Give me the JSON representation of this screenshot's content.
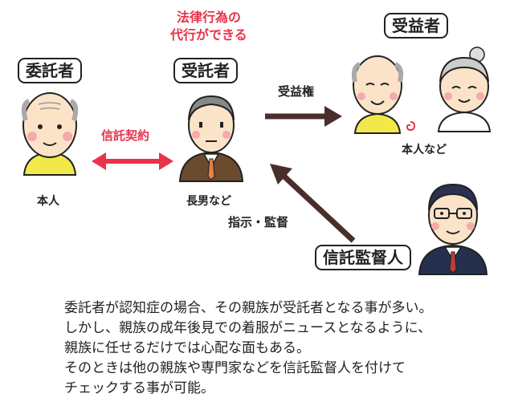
{
  "labels": {
    "settlor": "委託者",
    "trustee": "受託者",
    "beneficiary": "受益者",
    "supervisor": "信託監督人"
  },
  "captions": {
    "settlor_person": "本人",
    "trustee_person": "長男など",
    "beneficiary_person": "本人など"
  },
  "arrows": {
    "trust_contract": "信託契約",
    "beneficial_right": "受益権",
    "instruction": "指示・監督"
  },
  "trustee_note": {
    "line1": "法律行為の",
    "line2": "代行ができる"
  },
  "body_text": [
    "委託者が認知症の場合、その親族が受託者となる事が多い。",
    "しかし、親族の成年後見での着服がニュースとなるように、",
    "親族に任せるだけでは心配な面もある。",
    "そのときは他の親族や専門家などを信託監督人を付けて",
    "チェックする事が可能。"
  ],
  "colors": {
    "accent_red": "#e8334a",
    "arrow_dark": "#4a2e2a",
    "shirt_yellow": "#f3e84a",
    "suit_brown": "#6b4a2e",
    "suit_navy": "#24304e"
  }
}
